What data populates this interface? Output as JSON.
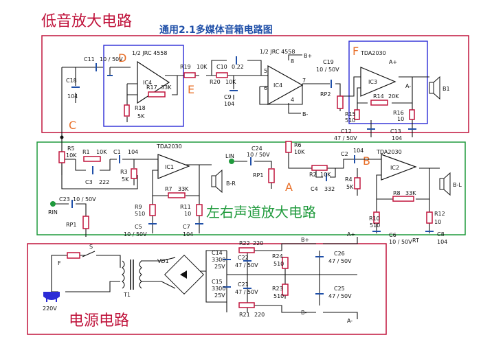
{
  "titles": {
    "bass": "低音放大电路",
    "subtitle": "通用2.1多媒体音箱电路图",
    "channels": "左右声道放大电路",
    "power": "电源电路"
  },
  "markers": {
    "A": "A",
    "B": "B",
    "C": "C",
    "D": "D",
    "E": "E",
    "F": "F"
  },
  "bass": {
    "c11": "C11",
    "c11_val": "10 / 50V",
    "c18": "C18",
    "c18_val": "104",
    "ic4a_part": "1/2 JRC 4558",
    "ic4a": "IC4",
    "r17": "R17",
    "r17_val": "33K",
    "r18": "R18",
    "r18_val": "5K",
    "r19": "R19",
    "r19_val": "10K",
    "r20": "R20",
    "r20_val": "10K",
    "c10": "C10",
    "c10_val": "0.22",
    "c9": "C9",
    "c9_val": "104",
    "ic4b_part": "1/2 JRC 4558",
    "ic4b": "IC4",
    "pin5": "5",
    "pin6": "6",
    "pin7": "7",
    "pin8": "8",
    "pin4": "4",
    "bplus": "B+",
    "bminus": "B-",
    "c19": "C19",
    "c19_val": "10 / 50V",
    "rp2": "RP2",
    "tda": "TDA2030",
    "ic3": "IC3",
    "r14": "R14",
    "r14_val": "20K",
    "r15": "R15",
    "r15_val": "510",
    "r16": "R16",
    "r16_val": "10",
    "c12": "C12",
    "c12_val": "47 / 50V",
    "c13": "C13",
    "c13_val": "104",
    "speaker": "B1",
    "aplus": "A+",
    "aminus": "A-"
  },
  "channels": {
    "r5": "R5",
    "r5_val": "10K",
    "r1": "R1",
    "r1_val": "10K",
    "c1": "C1",
    "c1_val": "104",
    "c3": "C3",
    "c3_val": "222",
    "r3": "R3",
    "r3_val": "5K",
    "tda1": "TDA2030",
    "ic1": "IC1",
    "r7": "R7",
    "r7_val": "33K",
    "r9": "R9",
    "r9_val": "510",
    "r11": "R11",
    "r11_val": "10",
    "c5": "C5",
    "c5_val": "10 / 50V",
    "c7": "C7",
    "c7_val": "104",
    "c23": "C23",
    "c23_val": "10 / 50V",
    "rin": "RIN",
    "rp1_left": "RP1",
    "c24": "C24",
    "c24_val": "10 / 50V",
    "lin": "LIN",
    "rp1_right": "RP1",
    "r6": "R6",
    "r6_val": "10K",
    "r2": "R2",
    "r2_val": "10K",
    "c4": "C4",
    "c4_val": "332",
    "c2": "C2",
    "c2_val": "104",
    "r4": "R4",
    "r4_val": "5K",
    "tda2": "TDA2030",
    "ic2": "IC2",
    "r8": "R8",
    "r8_val": "33K",
    "r10": "R10",
    "r10_val": "510",
    "r12": "R12",
    "r12_val": "10",
    "c6": "C6",
    "c6_val": "10 / 50V",
    "c8": "C8",
    "c8_val": "104",
    "spk_r": "B-R",
    "spk_l": "B-L",
    "rt": "RT"
  },
  "power": {
    "f": "F",
    "s": "S",
    "t1": "T1",
    "vd1": "VD1",
    "mains": "220V",
    "c14": "C14",
    "c14_val": "3300",
    "c14_v": "25V",
    "c15": "C15",
    "c15_val": "3300",
    "c15_v": "25V",
    "c22": "C22",
    "c22_val": "47 / 50V",
    "c21": "C21",
    "c21_val": "47 / 50V",
    "r22": "R22",
    "r22_val": "220",
    "r21": "R21",
    "r21_val": "220",
    "r24": "R24",
    "r24_val": "510",
    "r23": "R23",
    "r23_val": "510",
    "c26": "C26",
    "c26_val": "47 / 50V",
    "c25": "C25",
    "c25_val": "47 / 50V",
    "bplus": "B+",
    "bminus": "B-",
    "aplus": "A+",
    "aminus": "A-"
  },
  "colors": {
    "bass_box": "#c0143c",
    "channel_box": "#1f9a3c",
    "power_box": "#c0143c",
    "sub_box": "#2b2bd6"
  }
}
